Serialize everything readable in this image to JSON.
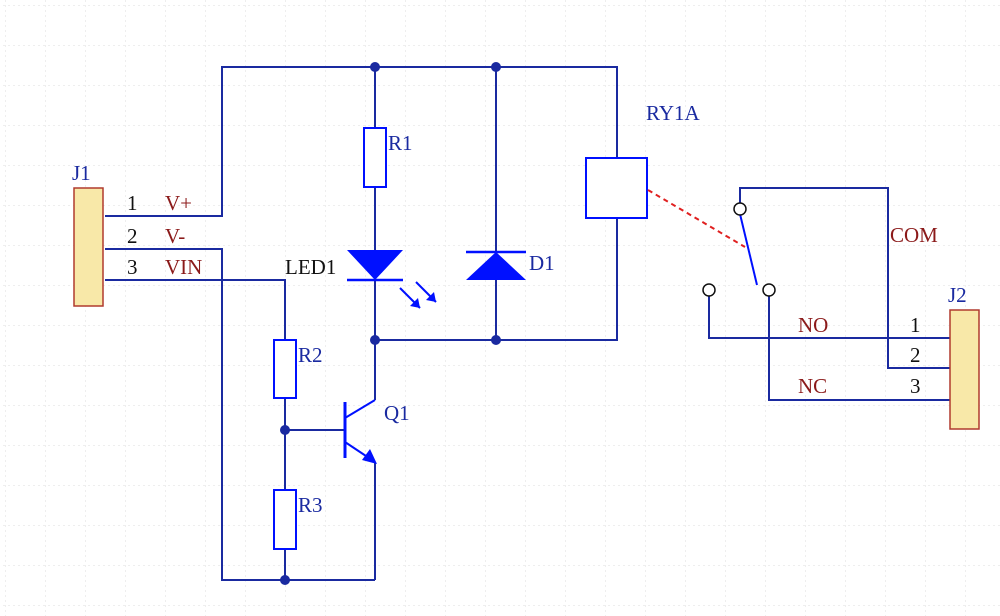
{
  "colors": {
    "wire": "#1a2aa0",
    "component": "#0010ff",
    "net_label": "#8b1a1a",
    "pin_number": "#111111",
    "connector_fill": "#f8e8a8",
    "connector_stroke": "#b03a2e",
    "link": "#e02020",
    "grid": "#dddddd"
  },
  "j1": {
    "ref": "J1",
    "pins": [
      {
        "num": "1",
        "net": "V+"
      },
      {
        "num": "2",
        "net": "V-"
      },
      {
        "num": "3",
        "net": "VIN"
      }
    ]
  },
  "j2": {
    "ref": "J2",
    "pins": [
      {
        "num": "1",
        "net": "NO"
      },
      {
        "num": "2",
        "net": "COM"
      },
      {
        "num": "3",
        "net": "NC"
      }
    ]
  },
  "components": {
    "r1": "R1",
    "r2": "R2",
    "r3": "R3",
    "led": "LED1",
    "diode": "D1",
    "transistor": "Q1",
    "relay": "RY1A"
  }
}
